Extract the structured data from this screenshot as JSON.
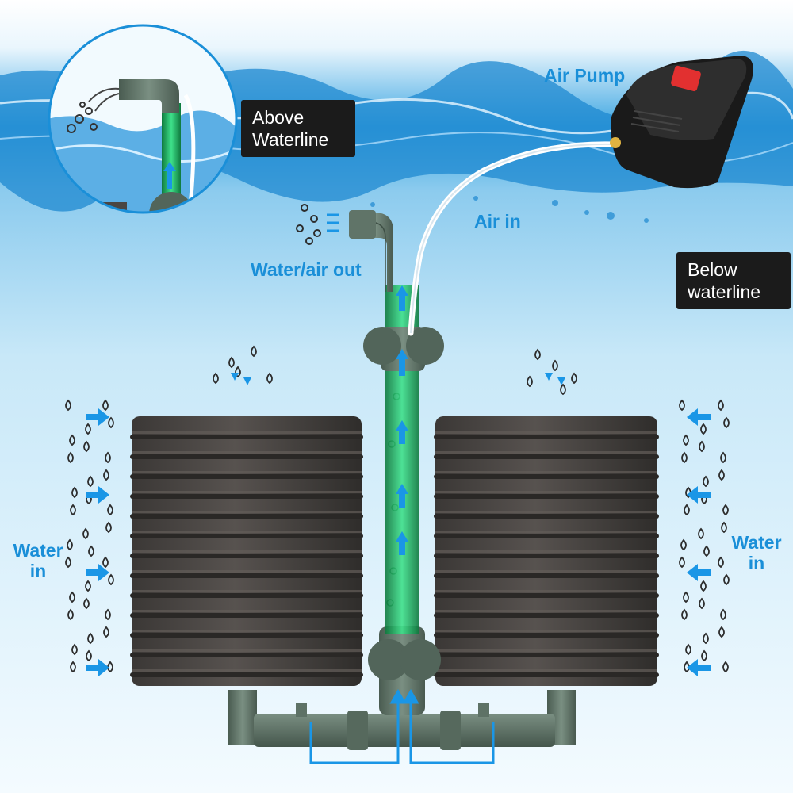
{
  "labels": {
    "air_pump": "Air Pump",
    "air_in": "Air in",
    "water_air_out": "Water/air out",
    "water_in_left": [
      "Water",
      "in"
    ],
    "water_in_right": [
      "Water",
      "in"
    ]
  },
  "callouts": {
    "above": [
      "Above",
      "Waterline"
    ],
    "below": [
      "Below",
      "waterline"
    ]
  },
  "colors": {
    "label_blue": "#1a8fd8",
    "arrow_blue": "#1a96e6",
    "sponge": "#4a4643",
    "pipe": "#5f7467",
    "tube_green": "#22c26a",
    "callout_bg": "#1b1b1b"
  }
}
